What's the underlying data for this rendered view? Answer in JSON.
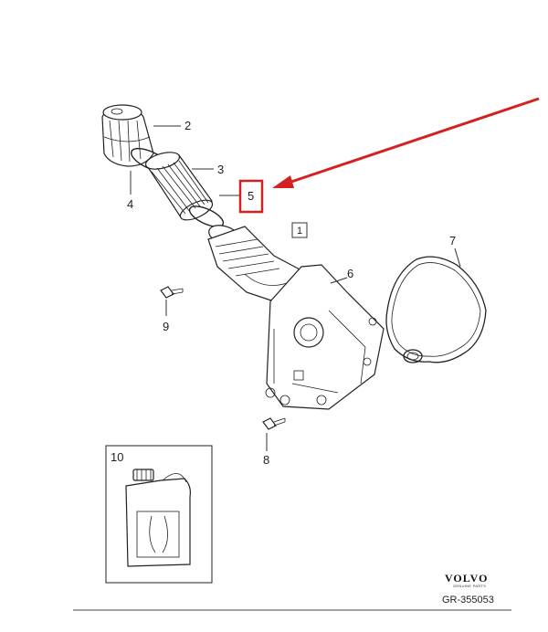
{
  "diagram": {
    "callouts": [
      {
        "id": "c2",
        "label": "2"
      },
      {
        "id": "c3",
        "label": "3"
      },
      {
        "id": "c4",
        "label": "4"
      },
      {
        "id": "c5",
        "label": "5"
      },
      {
        "id": "c6",
        "label": "6"
      },
      {
        "id": "c7",
        "label": "7"
      },
      {
        "id": "c8",
        "label": "8"
      },
      {
        "id": "c9",
        "label": "9"
      },
      {
        "id": "c10",
        "label": "10"
      }
    ],
    "reference_box_label": "1",
    "highlight_color": "#d42020",
    "brand": "VOLVO",
    "brand_sub": "GENUINE PARTS",
    "drawing_id": "GR-355053"
  }
}
